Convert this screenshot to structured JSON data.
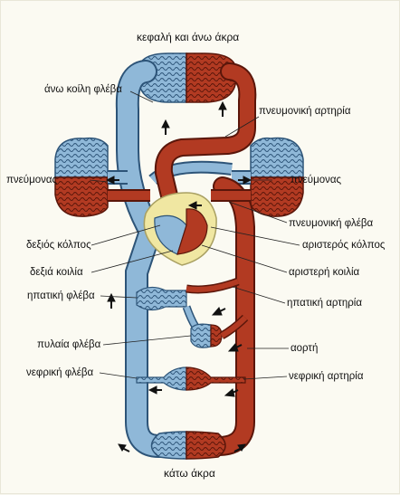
{
  "labels": {
    "head_and_upper_limbs": "κεφαλή και άνω άκρα",
    "superior_vena_cava": "άνω κοίλη φλέβα",
    "pulmonary_artery": "πνευμονική αρτηρία",
    "lung_left": "πνεύμονας",
    "lung_right": "πνεύμονας",
    "pulmonary_vein": "πνευμονική φλέβα",
    "left_atrium": "αριστερός κόλπος",
    "right_atrium": "δεξιός κόλπος",
    "left_ventricle": "αριστερή κοιλία",
    "right_ventricle": "δεξιά κοιλία",
    "hepatic_vein": "ηπατική φλέβα",
    "hepatic_artery": "ηπατική αρτηρία",
    "portal_vein": "πυλαία φλέβα",
    "aorta": "αορτή",
    "renal_vein": "νεφρική φλέβα",
    "renal_artery": "νεφρική αρτηρία",
    "lower_limbs": "κάτω άκρα"
  },
  "colors": {
    "venous_blood": "#8fb8d8",
    "venous_dark": "#4f7fa6",
    "arterial_blood": "#b23a22",
    "arterial_dark": "#7c2412",
    "heart_pericardium": "#f0e7a2",
    "arrow": "#111111"
  }
}
